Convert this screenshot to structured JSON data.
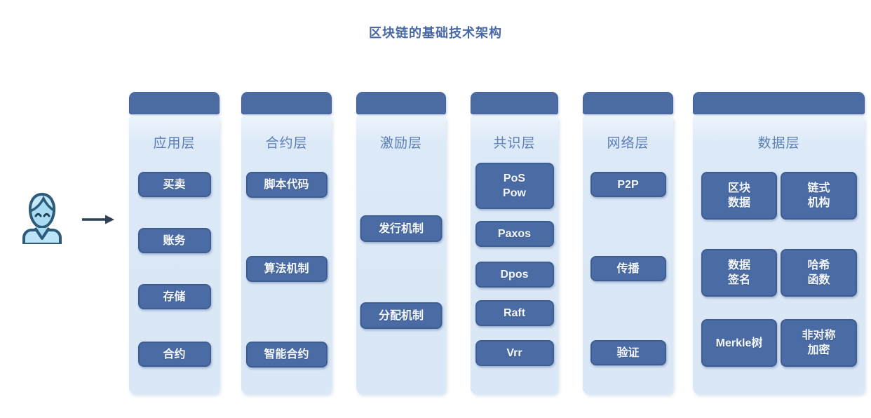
{
  "title": "区块链的基础技术架构",
  "actor": {
    "person_icon": "person-icon",
    "arrow_icon": "right-arrow-icon"
  },
  "layers": [
    {
      "name": "应用层",
      "items": [
        "买卖",
        "账务",
        "存储",
        "合约"
      ]
    },
    {
      "name": "合约层",
      "items": [
        "脚本代码",
        "算法机制",
        "智能合约"
      ]
    },
    {
      "name": "激励层",
      "items": [
        "发行机制",
        "分配机制"
      ]
    },
    {
      "name": "共识层",
      "items": [
        "PoS\nPow",
        "Paxos",
        "Dpos",
        "Raft",
        "Vrr"
      ]
    },
    {
      "name": "网络层",
      "items": [
        "P2P",
        "传播",
        "验证"
      ]
    },
    {
      "name": "数据层",
      "items": [
        "区块\n数据",
        "链式\n机构",
        "数据\n签名",
        "哈希\n函数",
        "Merkle树",
        "非对称\n加密"
      ]
    }
  ],
  "colors": {
    "header_bg": "#4c6ba3",
    "panel_bg": "#dce9f7",
    "item_bg": "#4a6ba4",
    "item_border": "#3e5d92",
    "item_text": "#f4f8fc",
    "layer_title_text": "#5c7eb5",
    "main_title_text": "#4768a5",
    "person_fill": "#a9dcf2",
    "person_outline": "#2d5b79",
    "arrow_color": "#2f4154"
  }
}
